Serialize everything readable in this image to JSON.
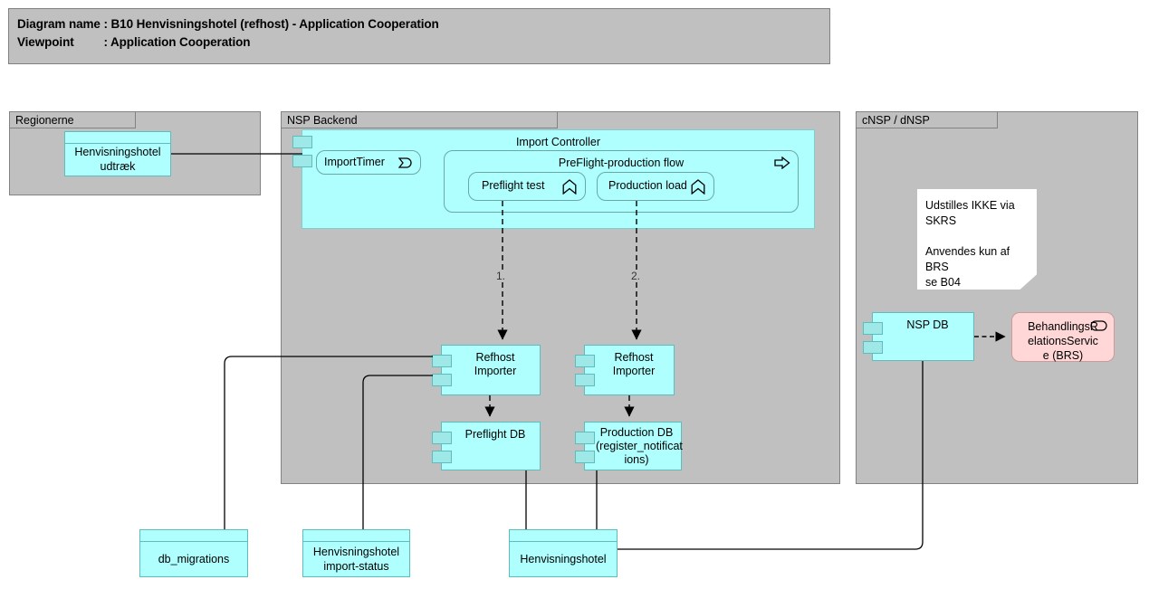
{
  "title_block": {
    "line1": "Diagram name : B10 Henvisningshotel (refhost) - Application Cooperation",
    "line2": "Viewpoint         : Application Cooperation"
  },
  "groups": [
    {
      "id": "regionerne",
      "label": "Regionerne"
    },
    {
      "id": "nsp_backend",
      "label": "NSP Backend"
    },
    {
      "id": "cnsp_dnsp",
      "label": "cNSP / dNSP"
    }
  ],
  "elements": {
    "henvisningshotel_udtraek": {
      "label": "Henvisningshotel\nudtræk"
    },
    "import_controller": {
      "label": "Import Controller",
      "icon": "application-component-icon"
    },
    "import_timer": {
      "label": "ImportTimer",
      "icon": "application-event-icon"
    },
    "preflight_production_flow": {
      "label": "PreFlight-production flow",
      "icon": "application-process-icon"
    },
    "preflight_test": {
      "label": "Preflight test",
      "icon": "application-function-icon"
    },
    "production_load": {
      "label": "Production load",
      "icon": "application-function-icon"
    },
    "refhost_importer_left": {
      "label": "Refhost Importer"
    },
    "refhost_importer_right": {
      "label": "Refhost Importer"
    },
    "preflight_db": {
      "label": "Preflight DB"
    },
    "production_db": {
      "label": "Production DB\n(register_notificat\nions)"
    },
    "nsp_db": {
      "label": "NSP DB"
    },
    "brs_service": {
      "label": "BehandlingsRelationsServic e (BRS)",
      "line1": "BehandlingsR",
      "line2": "elationsServic",
      "line3": "e (BRS)",
      "icon": "application-service-icon"
    },
    "db_migrations": {
      "label": "db_migrations"
    },
    "henvisningshotel_import_status": {
      "label": "Henvisningshotel\nimport-status"
    },
    "henvisningshotel": {
      "label": "Henvisningshotel"
    }
  },
  "note": {
    "line1": "Udstilles IKKE via SKRS",
    "line2": "Anvendes kun af BRS",
    "line3": "se B04"
  },
  "flow_labels": {
    "step1": "1.",
    "step2": "2."
  },
  "colors": {
    "group_fill": "#c0c0c0",
    "component_fill": "#afffff",
    "component_stroke": "#5fbcbc",
    "service_fill": "#ffd7d7",
    "service_stroke": "#cc9a9a",
    "note_fill": "#ffffff",
    "connector": "#000000"
  }
}
